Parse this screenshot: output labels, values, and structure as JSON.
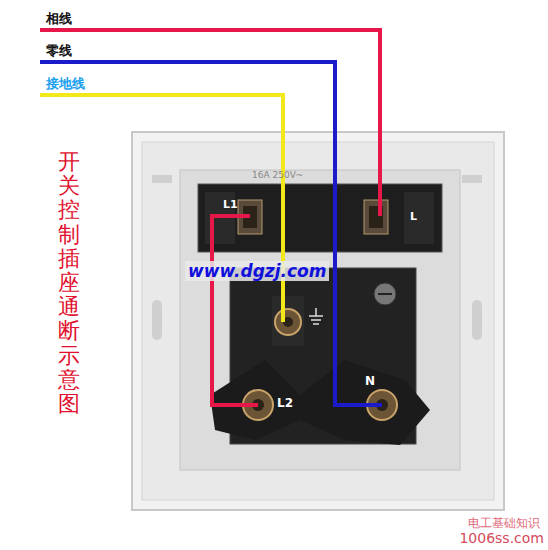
{
  "diagram": {
    "title": "开关控制插座通断示意图",
    "labels": [
      "相线",
      "零线",
      "接地线",
      "16A 250V~",
      "L1",
      "L",
      "www.dgzj.com",
      "L2",
      "N",
      "电工基础知识",
      "1006ss.com"
    ]
  }
}
